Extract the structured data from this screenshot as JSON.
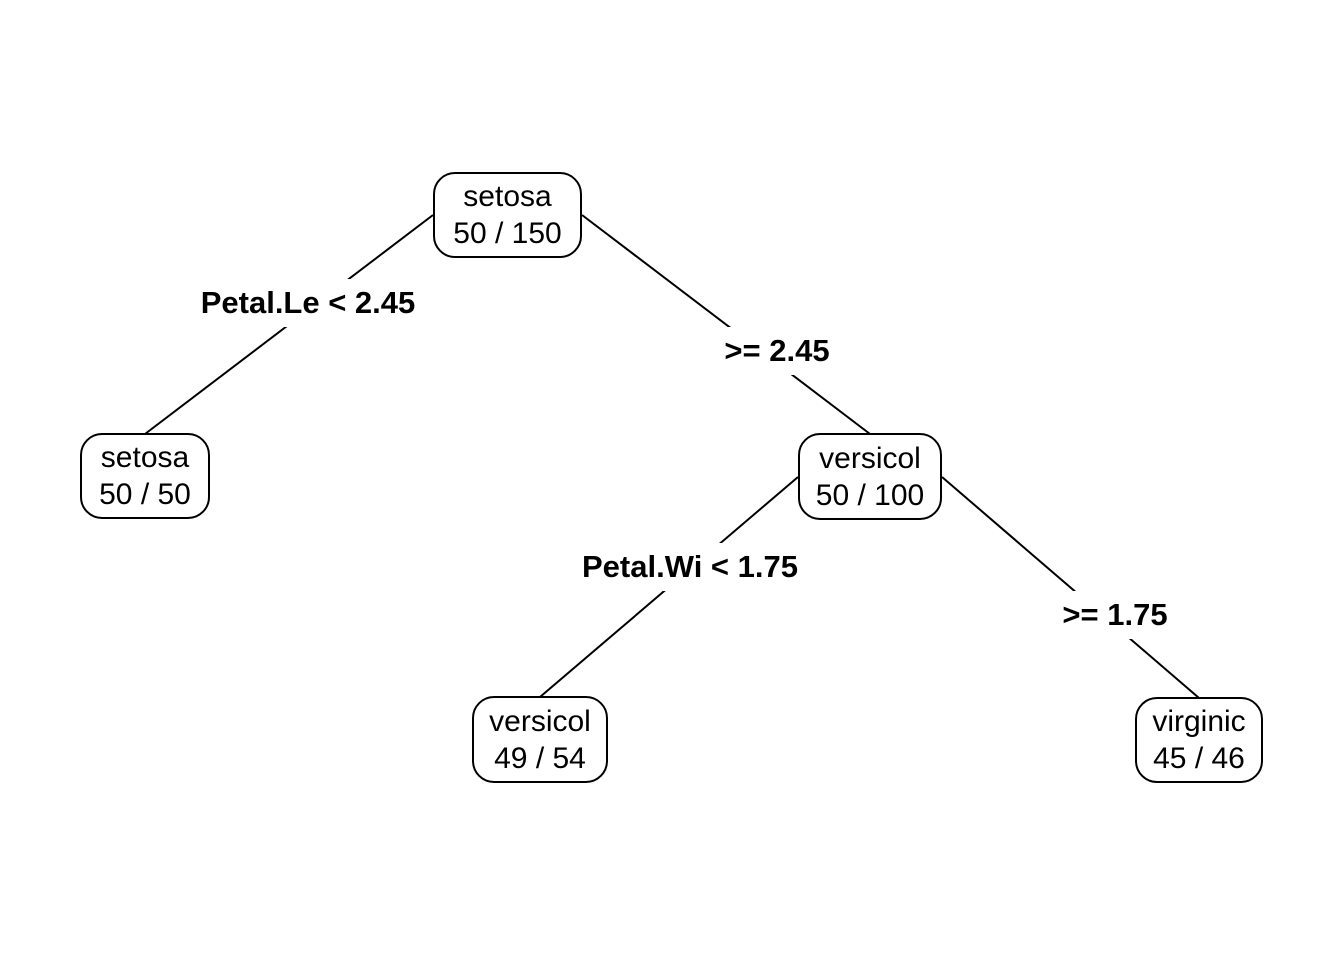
{
  "figure": {
    "type": "decision-tree-plot",
    "background_color": "#ffffff",
    "line_color": "#000000",
    "text_color": "#000000"
  },
  "tree": {
    "nodes": [
      {
        "id": "root",
        "label": "setosa",
        "count": "50 / 150"
      },
      {
        "id": "leaf-setosa",
        "label": "setosa",
        "count": "50 / 50"
      },
      {
        "id": "versicol",
        "label": "versicol",
        "count": "50 / 100"
      },
      {
        "id": "leaf-versicol",
        "label": "versicol",
        "count": "49 / 54"
      },
      {
        "id": "leaf-virginic",
        "label": "virginic",
        "count": "45 / 46"
      }
    ],
    "edges": [
      {
        "from": "root",
        "to": "leaf-setosa",
        "label": "Petal.Le < 2.45"
      },
      {
        "from": "root",
        "to": "versicol",
        "label": ">= 2.45"
      },
      {
        "from": "versicol",
        "to": "leaf-versicol",
        "label": "Petal.Wi < 1.75"
      },
      {
        "from": "versicol",
        "to": "leaf-virginic",
        "label": ">= 1.75"
      }
    ]
  }
}
